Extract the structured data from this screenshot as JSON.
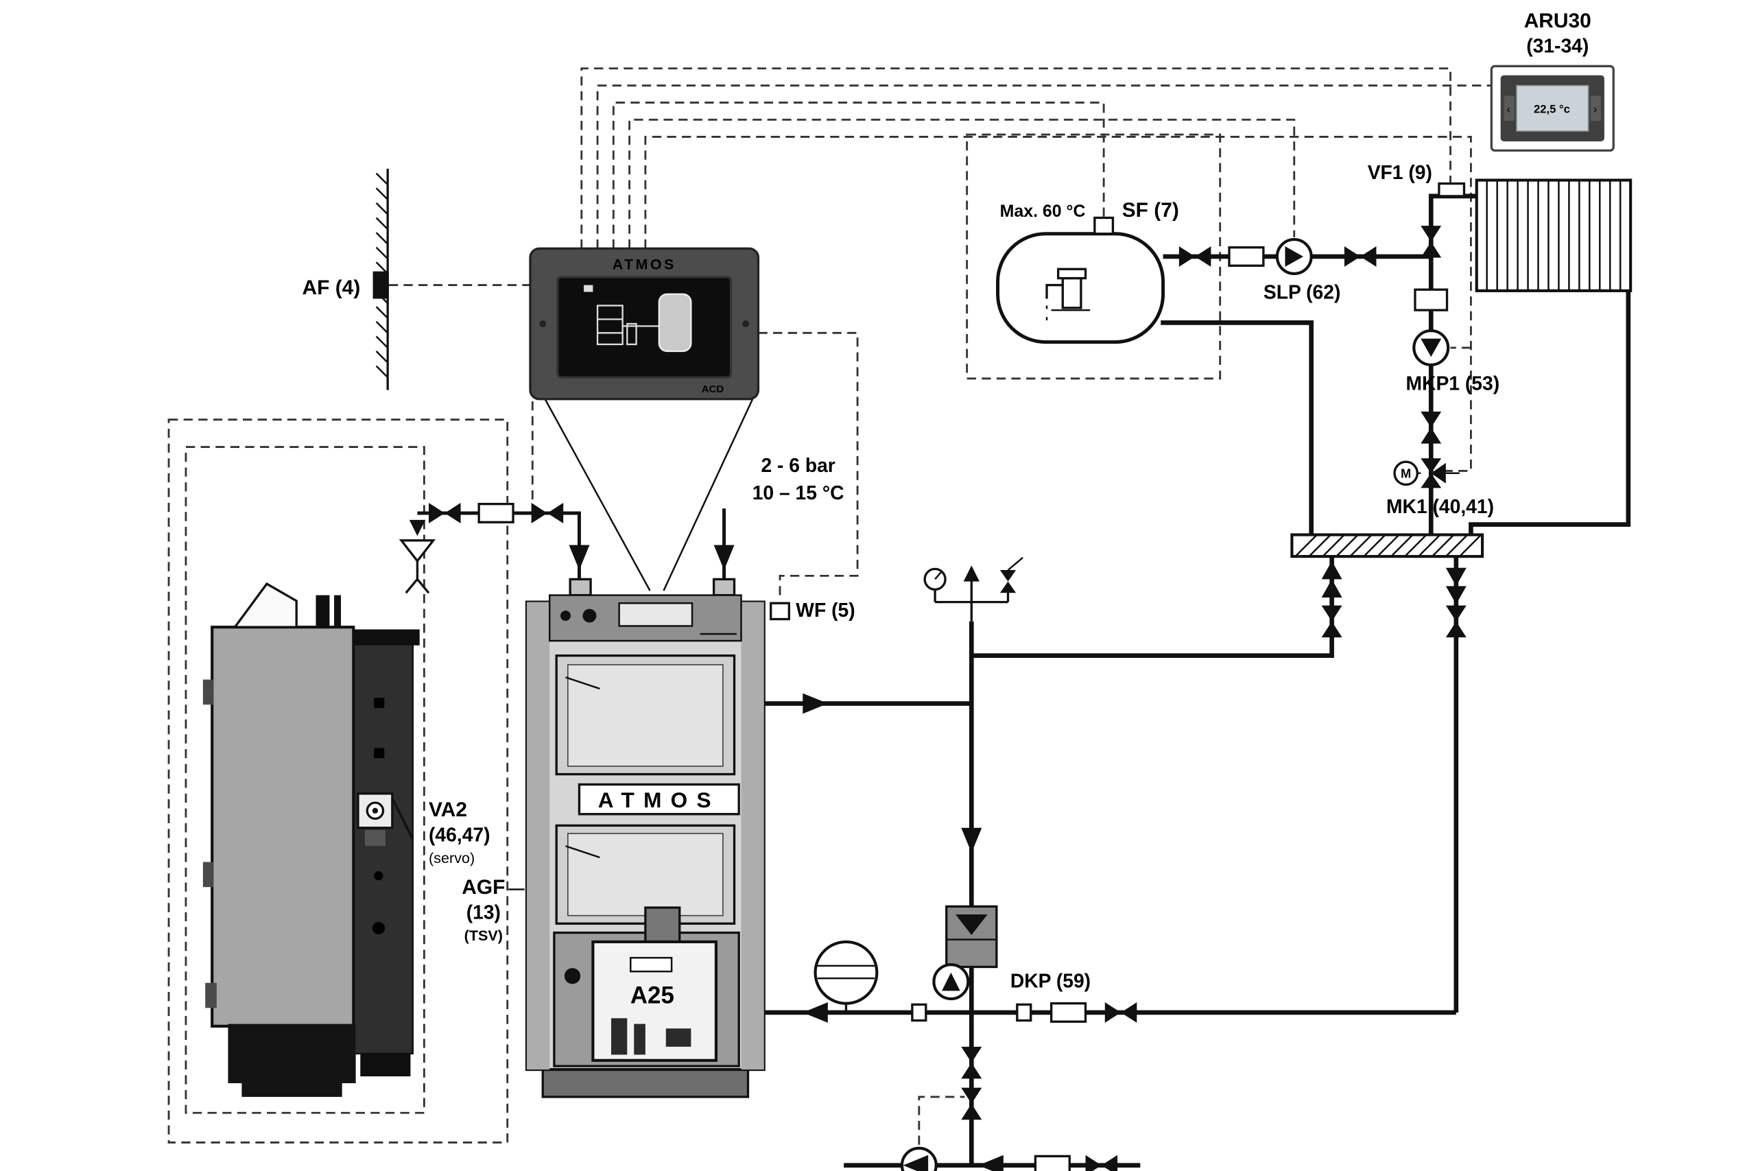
{
  "colors": {
    "line": "#111111",
    "panel_gray": "#4c4c4c",
    "boiler_gray": "#d6d6d6",
    "dark_equipment": "#2f2f2f",
    "screen_black": "#0d0d0d",
    "display_lcd": "#ccd3d8"
  },
  "room_unit": {
    "name": "ARU30",
    "range": "(31-34)",
    "display": "22,5 °c",
    "btn_prev": "‹",
    "btn_next": "›"
  },
  "panel": {
    "brand": "ATMOS",
    "model": "ACD"
  },
  "boiler": {
    "brand": "ATMOS",
    "burner": "A25"
  },
  "sensors": {
    "outdoor": "AF (4)",
    "flow": "WF (5)",
    "dhw": "SF (7)",
    "heating_flow": "VF1 (9)",
    "flue": {
      "l1": "AGF",
      "l2": "(13)",
      "l3": "(TSV)"
    }
  },
  "valves": {
    "va2": {
      "l1": "VA2",
      "l2": "(46,47)",
      "l3": "(servo)"
    },
    "mk1": "MK1 (40,41)",
    "mk1_motor": "M"
  },
  "pumps": {
    "slp": "SLP (62)",
    "mkp1": "MKP1 (53)",
    "dkp": "DKP (59)"
  },
  "tank": {
    "max_temp": "Max. 60 °C"
  },
  "cold_water": {
    "pressure": "2 - 6 bar",
    "temp": "10 – 15 °C"
  }
}
